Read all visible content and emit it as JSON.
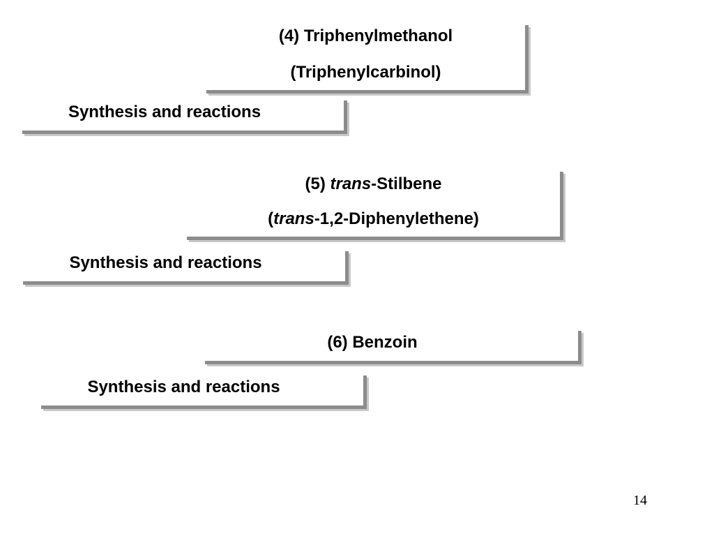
{
  "sections": [
    {
      "title_line1": "(4) Triphenylmethanol",
      "title_line2": "(Triphenylcarbinol)",
      "subtitle": "Synthesis and reactions"
    },
    {
      "title_line1_prefix": "(5) ",
      "title_line1_italic": "trans",
      "title_line1_suffix": "-Stilbene",
      "title_line2_prefix": "(",
      "title_line2_italic": "trans",
      "title_line2_suffix": "-1,2-Diphenylethene)",
      "subtitle": "Synthesis and reactions"
    },
    {
      "title_line1": "(6) Benzoin",
      "subtitle": "Synthesis and reactions"
    }
  ],
  "page_number": "14",
  "colors": {
    "bracket": "#8c8c8c",
    "bracket_shadow": "#c8c8c8",
    "text": "#000000"
  }
}
